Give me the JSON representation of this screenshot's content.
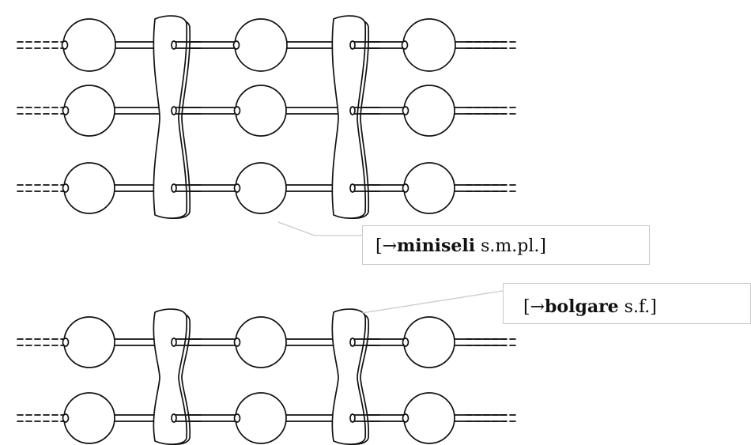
{
  "callouts": [
    {
      "arrow": "[→",
      "term": "miniseli",
      "pos": " s.m.pl.]"
    },
    {
      "arrow": "[→",
      "term": "bolgare",
      "pos": " s.f.]"
    }
  ],
  "colors": {
    "ink": "#111111",
    "leader": "#c9c9c9",
    "background": "#ffffff"
  }
}
